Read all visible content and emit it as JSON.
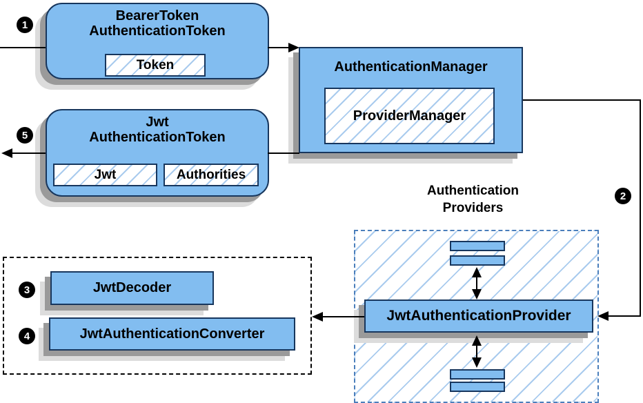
{
  "steps": {
    "one": "1",
    "two": "2",
    "three": "3",
    "four": "4",
    "five": "5"
  },
  "boxes": {
    "bearer": {
      "title_line1": "BearerToken",
      "title_line2": "AuthenticationToken",
      "token_chip": "Token"
    },
    "manager": {
      "title": "AuthenticationManager",
      "provider_manager": "ProviderManager"
    },
    "jwt_token": {
      "title_line1": "Jwt",
      "title_line2": "AuthenticationToken",
      "jwt_chip": "Jwt",
      "authorities_chip": "Authorities"
    },
    "providers_group": {
      "label_line1": "Authentication",
      "label_line2": "Providers",
      "provider": "JwtAuthenticationProvider"
    },
    "converter_group": {
      "decoder": "JwtDecoder",
      "converter": "JwtAuthenticationConverter"
    }
  },
  "colors": {
    "box_fill": "#82BDF0",
    "box_border": "#17365D",
    "hatch_line": "#A9CBEE",
    "providers_dash_border": "#4A7EBB",
    "black_dash_border": "#000000",
    "shadow_dark": "#9A9A9A",
    "shadow_light": "#DCDCDC",
    "arrow": "#000000",
    "badge_background": "#000000",
    "badge_text": "#FFFFFF"
  }
}
